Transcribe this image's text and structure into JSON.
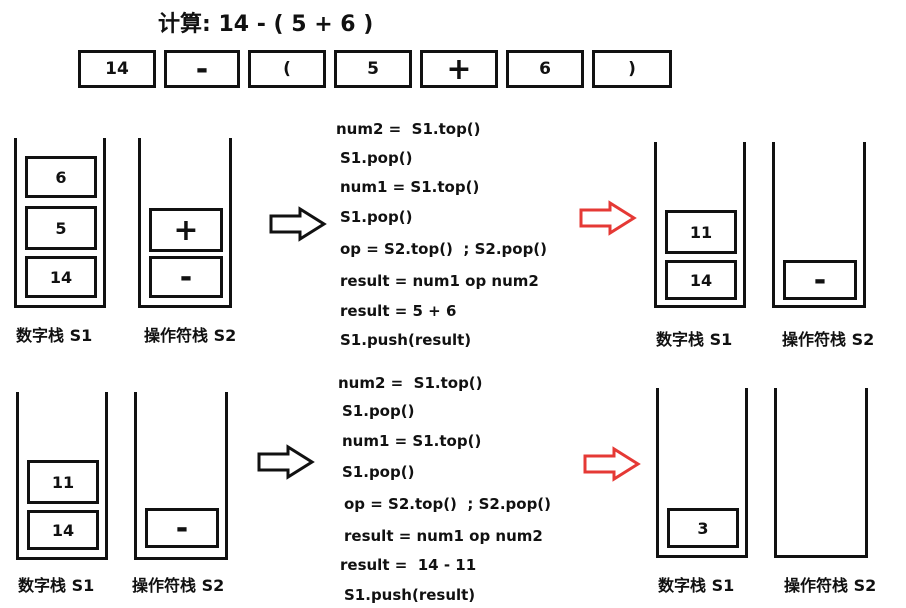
{
  "title": "计算: 14 - ( 5 + 6 )",
  "tokens": [
    "14",
    "-",
    "(",
    "5",
    "+",
    "6",
    ")"
  ],
  "labels": {
    "s1": "数字栈 S1",
    "s2": "操作符栈 S2"
  },
  "step1": {
    "before": {
      "s1": [
        "6",
        "5",
        "14"
      ],
      "s2": [
        "+",
        "-"
      ]
    },
    "code": [
      "num2 =  S1.top()",
      "S1.pop()",
      "num1 = S1.top()",
      "S1.pop()",
      "op = S2.top()  ; S2.pop()",
      "result = num1 op num2",
      "result = 5 + 6",
      "S1.push(result)"
    ],
    "after": {
      "s1": [
        "11",
        "14"
      ],
      "s2": [
        "-"
      ]
    }
  },
  "step2": {
    "before": {
      "s1": [
        "11",
        "14"
      ],
      "s2": [
        "-"
      ]
    },
    "code": [
      "num2 =  S1.top()",
      "S1.pop()",
      "num1 = S1.top()",
      "S1.pop()",
      "op = S2.top()  ; S2.pop()",
      "result = num1 op num2",
      "result =  14 - 11",
      "S1.push(result)"
    ],
    "after": {
      "s1": [
        "3"
      ],
      "s2": []
    }
  },
  "colors": {
    "line": "#111111",
    "arrow_red": "#e53935"
  }
}
